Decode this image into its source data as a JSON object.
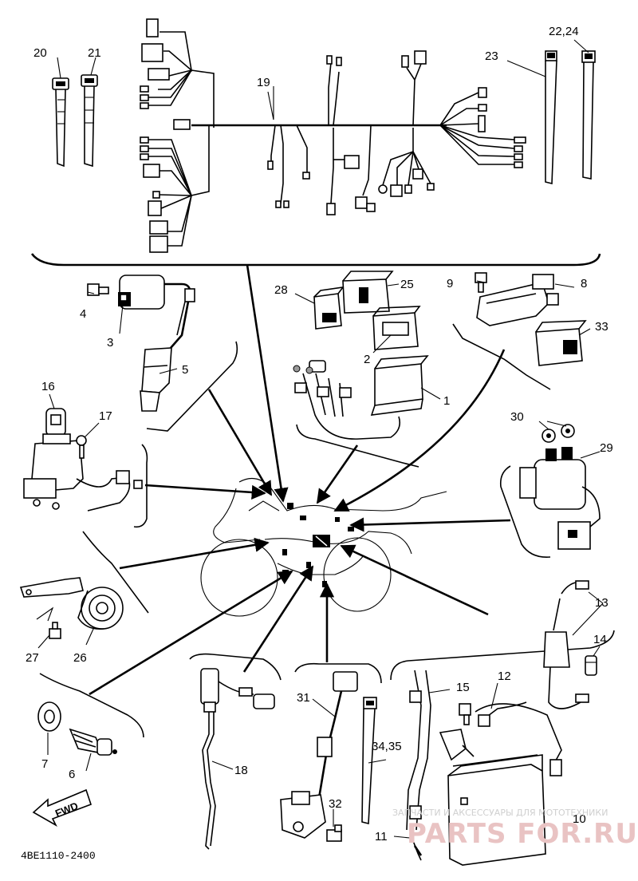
{
  "diagram": {
    "labels": {
      "l1": "1",
      "l2": "2",
      "l3": "3",
      "l4": "4",
      "l5": "5",
      "l6": "6",
      "l7": "7",
      "l8": "8",
      "l9": "9",
      "l10": "10",
      "l11": "11",
      "l12": "12",
      "l13": "13",
      "l14": "14",
      "l15": "15",
      "l16": "16",
      "l17": "17",
      "l18": "18",
      "l19": "19",
      "l20": "20",
      "l21": "21",
      "l22_24": "22,24",
      "l23": "23",
      "l25": "25",
      "l26": "26",
      "l27": "27",
      "l28": "28",
      "l29": "29",
      "l30": "30",
      "l31": "31",
      "l32": "32",
      "l33": "33",
      "l34_35": "34,35"
    },
    "fwd_label": "FWD",
    "code": "4BE1110-2400",
    "watermark_text": "ЗАПЧАСТИ И АКСЕССУАРЫ ДЛЯ МОТОТЕХНИКИ",
    "watermark_logo": "PARTS FOR.RU"
  }
}
